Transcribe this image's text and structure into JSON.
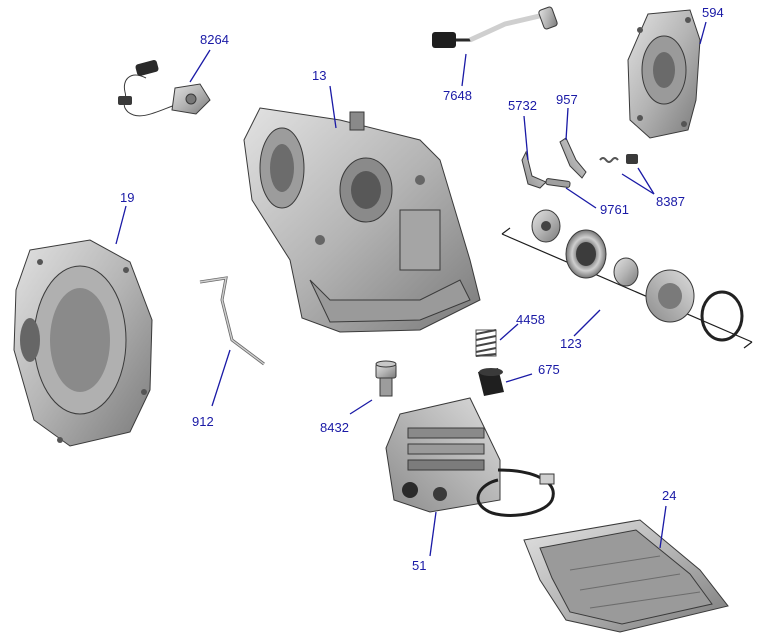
{
  "colors": {
    "label": "#1a1aa6",
    "metal_light": "#d6d6d6",
    "metal_mid": "#a8a8a8",
    "metal_dark": "#5a5a5a",
    "black": "#1c1c1c",
    "background": "#ffffff"
  },
  "labels": {
    "p8264": "8264",
    "p13": "13",
    "p7648": "7648",
    "p594": "594",
    "p5732": "5732",
    "p957": "957",
    "p9761": "9761",
    "p8387": "8387",
    "p19": "19",
    "p912": "912",
    "p123": "123",
    "p4458": "4458",
    "p675": "675",
    "p8432": "8432",
    "p51": "51",
    "p24": "24"
  },
  "parts": [
    {
      "id": "8264",
      "icon": "range-sensor-harness-icon"
    },
    {
      "id": "13",
      "icon": "transaxle-case-icon"
    },
    {
      "id": "7648",
      "icon": "speed-sensor-lead-icon"
    },
    {
      "id": "594",
      "icon": "rear-cover-icon"
    },
    {
      "id": "5732",
      "icon": "manual-lever-icon"
    },
    {
      "id": "957",
      "icon": "park-rod-icon"
    },
    {
      "id": "9761",
      "icon": "pin-icon"
    },
    {
      "id": "8387",
      "icon": "spring-and-seal-icon"
    },
    {
      "id": "19",
      "icon": "converter-housing-icon"
    },
    {
      "id": "912",
      "icon": "dipstick-tube-icon"
    },
    {
      "id": "123",
      "icon": "piston-and-retainer-set-icon"
    },
    {
      "id": "4458",
      "icon": "coil-spring-icon"
    },
    {
      "id": "675",
      "icon": "rubber-seal-icon"
    },
    {
      "id": "8432",
      "icon": "filter-plug-icon"
    },
    {
      "id": "51",
      "icon": "valve-body-icon"
    },
    {
      "id": "24",
      "icon": "oil-pan-icon"
    }
  ]
}
